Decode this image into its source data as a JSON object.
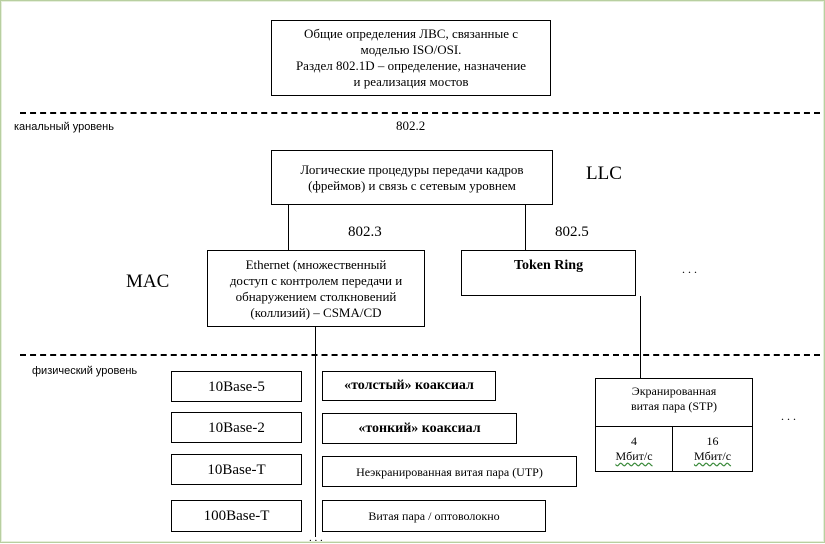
{
  "top_box": {
    "text": "Общие определения ЛВС, связанные с\nмоделью ISO/OSI.\nРаздел 802.1D – определение, назначение\nи реализация мостов"
  },
  "labels": {
    "channel_level": "канальный уровень",
    "std_802_2": "802.2",
    "llc": "LLC",
    "mac": "MAC",
    "std_802_3": "802.3",
    "std_802_5": "802.5",
    "physical_level": "физический уровень",
    "ellipsis_mac": ". . .",
    "ellipsis_phys": ". . .",
    "ellipsis_bottom": ". . ."
  },
  "llc_box": {
    "text": "Логические процедуры передачи кадров\n(фреймов) и связь с сетевым уровнем"
  },
  "ethernet_box": {
    "text": "Ethernet (множественный\nдоступ с контролем передачи и\nобнаружением столкновений\n(коллизий) – CSMA/CD"
  },
  "token_ring_box": {
    "text": "Token Ring"
  },
  "physical_standards": [
    {
      "standard": "10Base-5",
      "medium": "«толстый» коаксиал"
    },
    {
      "standard": "10Base-2",
      "medium": "«тонкий» коаксиал"
    },
    {
      "standard": "10Base-T",
      "medium": "Неэкранированная витая пара (UTP)"
    },
    {
      "standard": "100Base-T",
      "medium": "Витая пара / оптоволокно"
    }
  ],
  "stp_box": {
    "title": "Экранированная\nвитая пара (STP)",
    "left_value": "4",
    "left_unit": "Мбит/с",
    "right_value": "16",
    "right_unit": "Мбит/с"
  }
}
